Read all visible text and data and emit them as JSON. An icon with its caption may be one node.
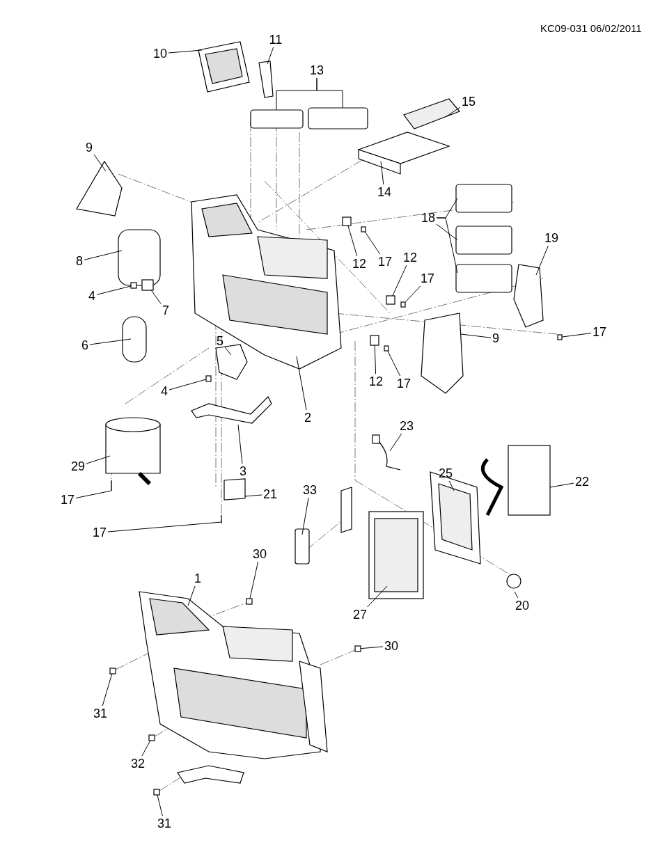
{
  "diagram": {
    "nodes": [
      {
        "text": [
          "10"
        ]
      },
      {
        "text": [
          "11"
        ]
      },
      {
        "text": [
          "13"
        ]
      },
      {
        "text": [
          "15"
        ]
      },
      {
        "text": [
          "9"
        ]
      },
      {
        "text": [
          "14"
        ]
      },
      {
        "text": [
          "8"
        ]
      },
      {
        "text": [
          "12"
        ]
      },
      {
        "text": [
          "17"
        ]
      },
      {
        "text": [
          "18"
        ]
      },
      {
        "text": [
          "19"
        ]
      },
      {
        "text": [
          "4"
        ]
      },
      {
        "text": [
          "7"
        ]
      },
      {
        "text": [
          "12"
        ]
      },
      {
        "text": [
          "17"
        ]
      },
      {
        "text": [
          "6"
        ]
      },
      {
        "text": [
          "5"
        ]
      },
      {
        "text": [
          "9"
        ]
      },
      {
        "text": [
          "17"
        ]
      },
      {
        "text": [
          "12"
        ]
      },
      {
        "text": [
          "17"
        ]
      },
      {
        "text": [
          "4"
        ]
      },
      {
        "text": [
          "2"
        ]
      },
      {
        "text": [
          "23"
        ]
      },
      {
        "text": [
          "29"
        ]
      },
      {
        "text": [
          "3"
        ]
      },
      {
        "text": [
          "25"
        ]
      },
      {
        "text": [
          "22"
        ]
      },
      {
        "text": [
          "17"
        ]
      },
      {
        "text": [
          "21"
        ]
      },
      {
        "text": [
          "33"
        ]
      },
      {
        "text": [
          "17"
        ]
      },
      {
        "text": [
          "30"
        ]
      },
      {
        "text": [
          "1"
        ]
      },
      {
        "text": [
          "27"
        ]
      },
      {
        "text": [
          "20"
        ]
      },
      {
        "text": [
          "30"
        ]
      },
      {
        "text": [
          "31"
        ]
      },
      {
        "text": [
          "32"
        ]
      },
      {
        "text": [
          "31"
        ]
      },
      {
        "text": [],
        "shape": "box"
      },
      {
        "text": [],
        "shape": "box"
      },
      {
        "text": [],
        "shape": "box"
      },
      {
        "text": [],
        "shape": "box"
      },
      {
        "text": [],
        "shape": "box"
      },
      {
        "text": [],
        "shape": "box"
      },
      {
        "text": [],
        "shape": "box"
      },
      {
        "text": [],
        "shape": "box"
      },
      {
        "text": [],
        "shape": "box"
      },
      {
        "text": [],
        "shape": "box"
      },
      {
        "text": [],
        "shape": "box"
      },
      {
        "text": [],
        "shape": "box"
      },
      {
        "text": [],
        "shape": "box"
      },
      {
        "text": [],
        "shape": "box"
      },
      {
        "text": [],
        "shape": "box"
      }
    ],
    "edges": [
      {
        "from": 0,
        "to": null,
        "arrow": "none"
      },
      {
        "from": 1,
        "to": null,
        "arrow": "none"
      },
      {
        "from": 2,
        "to": null,
        "arrow": "none"
      },
      {
        "from": 2,
        "to": null,
        "arrow": "none"
      },
      {
        "from": 3,
        "to": null,
        "arrow": "none"
      },
      {
        "from": 4,
        "to": null,
        "arrow": "none"
      },
      {
        "from": 5,
        "to": null,
        "arrow": "none"
      },
      {
        "from": 6,
        "to": null,
        "arrow": "none"
      },
      {
        "from": 7,
        "to": 40,
        "arrow": "none"
      },
      {
        "from": 8,
        "to": 41,
        "arrow": "none"
      },
      {
        "from": 9,
        "to": null,
        "arrow": "none"
      },
      {
        "from": 9,
        "to": null,
        "arrow": "none"
      },
      {
        "from": 9,
        "to": null,
        "arrow": "none"
      },
      {
        "from": 10,
        "to": null,
        "arrow": "none"
      },
      {
        "from": 11,
        "to": 42,
        "arrow": "none"
      },
      {
        "from": 12,
        "to": 43,
        "arrow": "none"
      },
      {
        "from": 13,
        "to": 44,
        "arrow": "none"
      },
      {
        "from": 14,
        "to": 45,
        "arrow": "none"
      },
      {
        "from": 15,
        "to": null,
        "arrow": "none"
      },
      {
        "from": 16,
        "to": null,
        "arrow": "none"
      },
      {
        "from": 17,
        "to": null,
        "arrow": "none"
      },
      {
        "from": 18,
        "to": 46,
        "arrow": "none"
      },
      {
        "from": 19,
        "to": 47,
        "arrow": "none"
      },
      {
        "from": 20,
        "to": 48,
        "arrow": "none"
      },
      {
        "from": 21,
        "to": 49,
        "arrow": "none"
      },
      {
        "from": 22,
        "to": null,
        "arrow": "none"
      },
      {
        "from": 23,
        "to": null,
        "arrow": "none"
      },
      {
        "from": 24,
        "to": null,
        "arrow": "none"
      },
      {
        "from": 25,
        "to": null,
        "arrow": "none"
      },
      {
        "from": 26,
        "to": null,
        "arrow": "none"
      },
      {
        "from": 27,
        "to": null,
        "arrow": "none"
      },
      {
        "from": 28,
        "to": null,
        "arrow": "none"
      },
      {
        "from": 29,
        "to": null,
        "arrow": "none"
      },
      {
        "from": 30,
        "to": null,
        "arrow": "none"
      },
      {
        "from": 31,
        "to": null,
        "arrow": "none"
      },
      {
        "from": 32,
        "to": 50,
        "arrow": "none"
      },
      {
        "from": 33,
        "to": null,
        "arrow": "none"
      },
      {
        "from": 34,
        "to": null,
        "arrow": "none"
      },
      {
        "from": 35,
        "to": null,
        "arrow": "none"
      },
      {
        "from": 36,
        "to": 51,
        "arrow": "none"
      },
      {
        "from": 37,
        "to": 52,
        "arrow": "none"
      },
      {
        "from": 38,
        "to": 53,
        "arrow": "none"
      },
      {
        "from": 39,
        "to": 54,
        "arrow": "none"
      }
    ],
    "labels": [
      "KC09-031 06/02/2011"
    ]
  }
}
